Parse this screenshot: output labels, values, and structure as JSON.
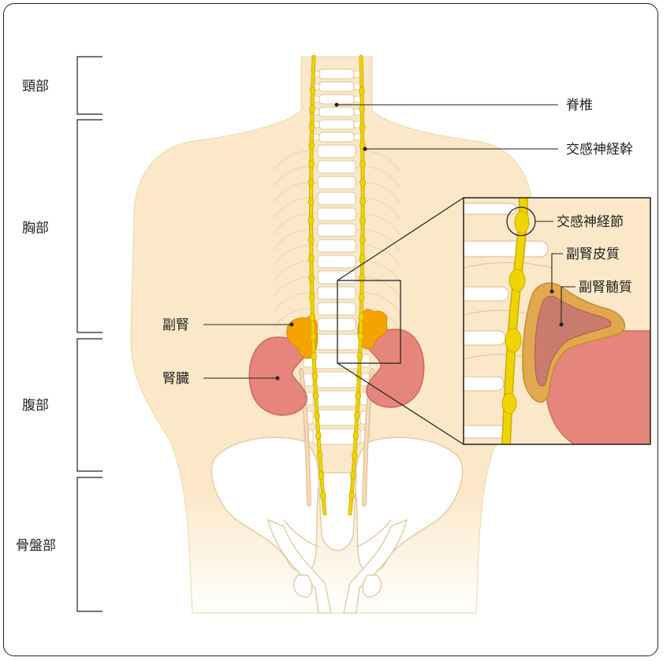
{
  "regions": {
    "neck": "頸部",
    "chest": "胸部",
    "abdomen": "腹部",
    "pelvis": "骨盤部"
  },
  "labels": {
    "vertebra": "脊椎",
    "sympathetic_trunk": "交感神経幹",
    "adrenal": "副腎",
    "kidney": "腎臓"
  },
  "inset_labels": {
    "ganglion": "交感神経節",
    "adrenal_cortex": "副腎皮質",
    "adrenal_medulla": "副腎髄質"
  },
  "colors": {
    "skin": "#fbe8c8",
    "skin_edge": "#eed6ae",
    "bone": "#ffffff",
    "bone_edge": "#e3cda6",
    "nerve": "#f0d400",
    "nerve_edge": "#c9ae00",
    "adrenal": "#f5a300",
    "kidney": "#e6857c",
    "kidney_edge": "#c96a61",
    "cortex": "#e2a84e",
    "medulla": "#c97b6e"
  }
}
